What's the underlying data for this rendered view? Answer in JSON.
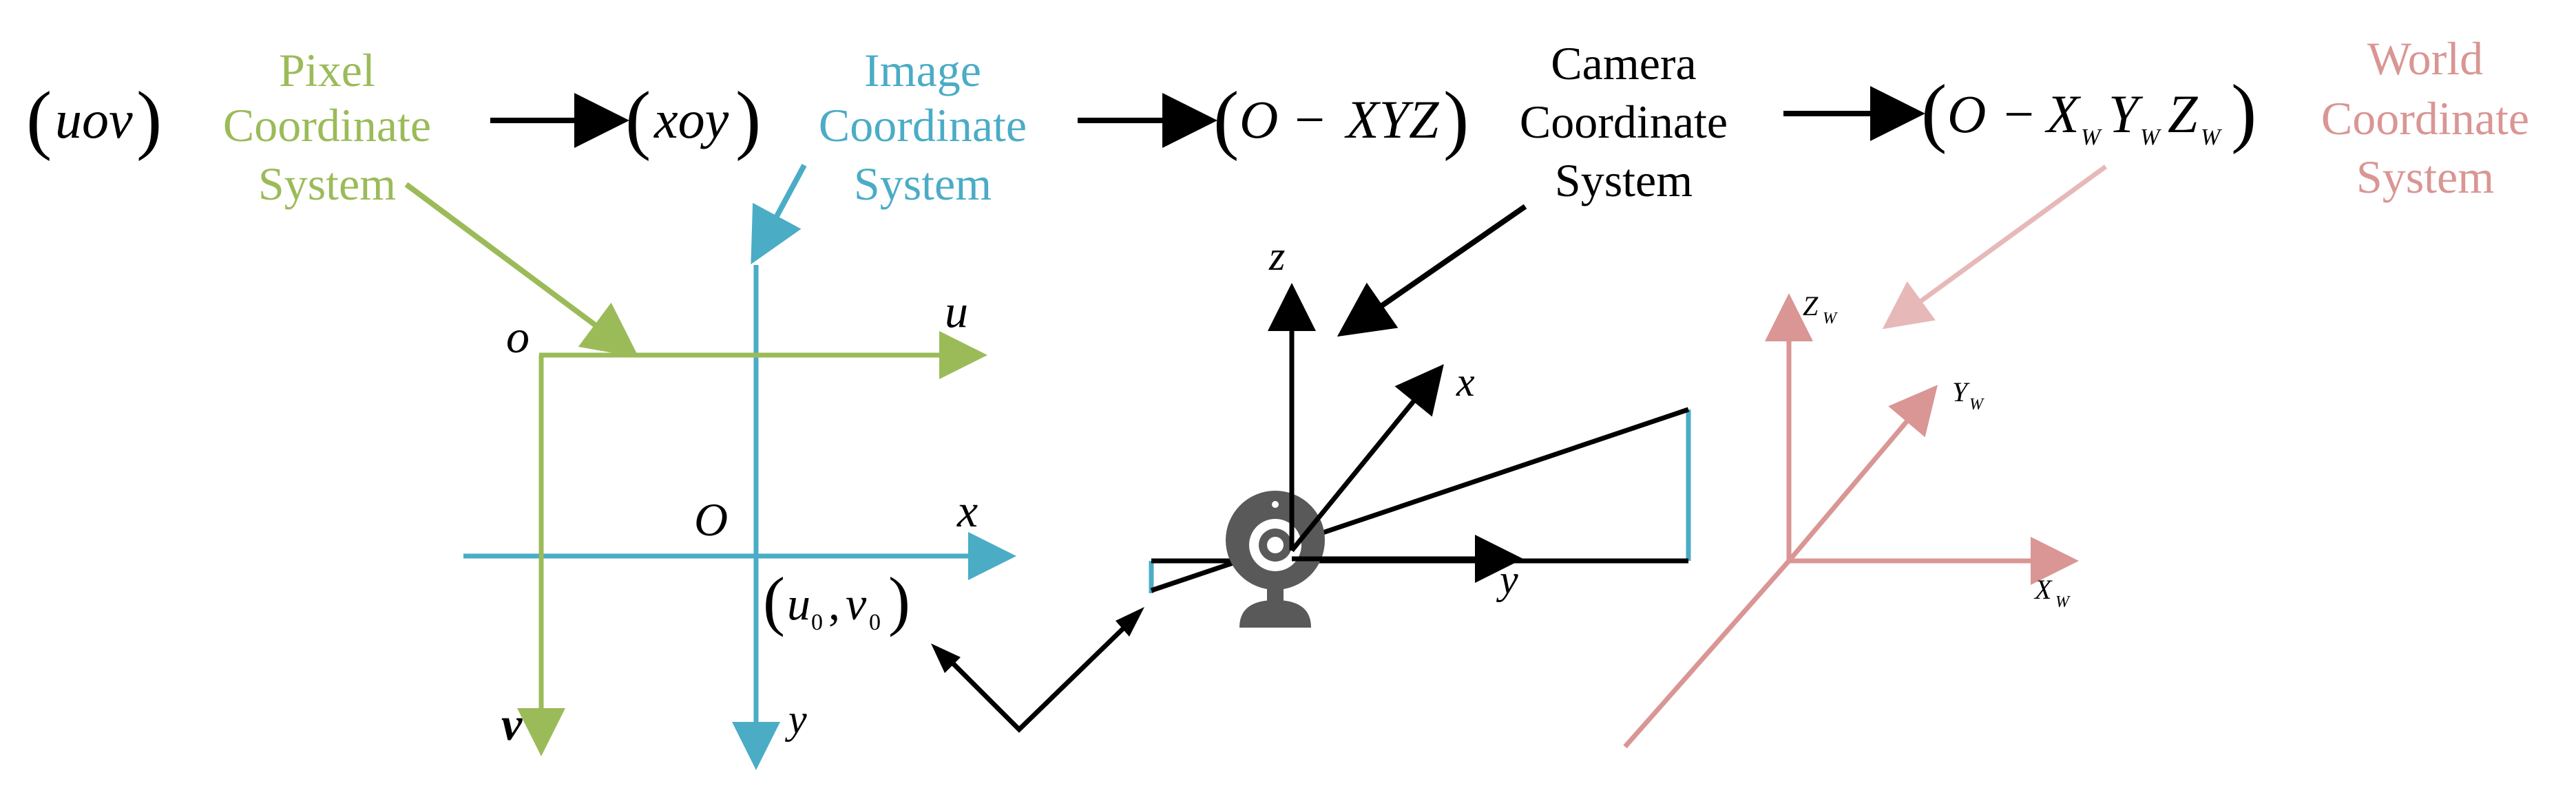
{
  "colors": {
    "pixel": "#9bbb59",
    "image": "#4bacc6",
    "camera": "#000000",
    "world": "#d99694",
    "world_light": "#e6b9b8",
    "webcam": "#595959"
  },
  "header": {
    "pixel_notation": "uov",
    "image_notation": "xoy",
    "camera_notation_prefix": "O",
    "camera_notation_minus": "−",
    "camera_notation_body": "XYZ",
    "world_notation_prefix": "O",
    "world_notation_minus": "−",
    "world_X": "X",
    "world_Y": "Y",
    "world_Z": "Z",
    "world_sub": "W"
  },
  "systems": {
    "pixel": {
      "line1": "Pixel",
      "line2": "Coordinate",
      "line3": "System"
    },
    "image": {
      "line1": "Image",
      "line2": "Coordinate",
      "line3": "System"
    },
    "camera": {
      "line1": "Camera",
      "line2": "Coordinate",
      "line3": "System"
    },
    "world": {
      "line1": "World",
      "line2": "Coordinate",
      "line3": "System"
    }
  },
  "pixel_axes": {
    "origin": "o",
    "u": "u",
    "v": "v"
  },
  "image_axes": {
    "origin": "O",
    "x": "x",
    "y": "y"
  },
  "principal_point": {
    "u": "u",
    "v": "v",
    "sub": "0",
    "comma": ",",
    "open": "(",
    "close": ")"
  },
  "camera_axes": {
    "z": "z",
    "x": "x",
    "y": "y"
  },
  "world_axes": {
    "X": "X",
    "Y": "Y",
    "Z": "Z",
    "sub": "W"
  },
  "icons": {
    "webcam": "webcam-icon"
  }
}
